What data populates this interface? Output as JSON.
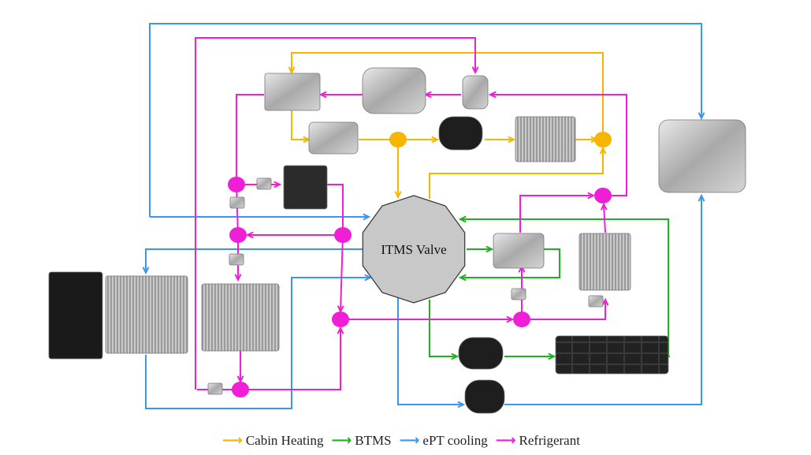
{
  "valve": {
    "label": "ITMS Valve"
  },
  "colors": {
    "cabin_heating": "#F7B500",
    "btms": "#1DB31D",
    "ept_cooling": "#3A96F0",
    "refrigerant": "#EE1FD6",
    "valve_fill": "#C8C8C8"
  },
  "legend": [
    {
      "label": "Cabin Heating",
      "color": "#F7B500"
    },
    {
      "label": "BTMS",
      "color": "#1DB31D"
    },
    {
      "label": "ePT cooling",
      "color": "#3A96F0"
    },
    {
      "label": "Refrigerant",
      "color": "#EE1FD6"
    }
  ],
  "components": [
    "chiller-top",
    "compressor",
    "accumulator",
    "ptc-heater",
    "coolant-pump-top",
    "heater-core",
    "evaporator-left",
    "electric-motor",
    "fan",
    "radiator",
    "condenser",
    "chiller-right",
    "evaporator-right",
    "coolant-pump-btms",
    "battery-pack",
    "coolant-pump-ept"
  ]
}
